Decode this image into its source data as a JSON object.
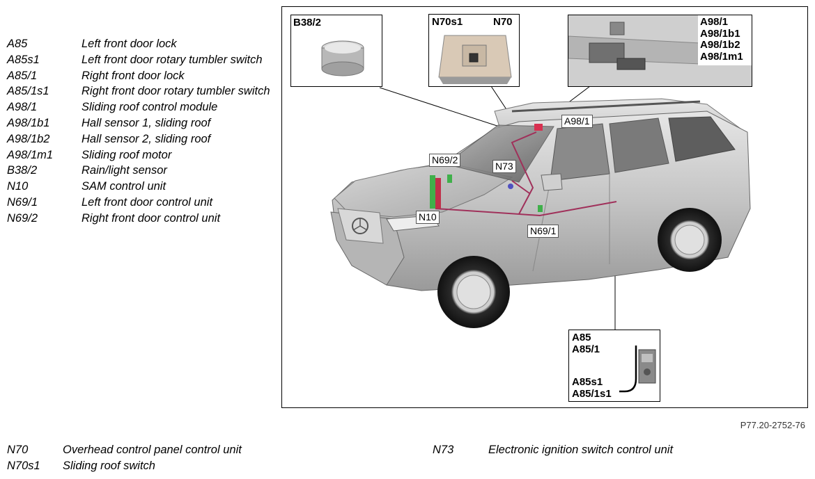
{
  "legend_top": [
    {
      "code": "A85",
      "desc": "Left front door lock"
    },
    {
      "code": "A85s1",
      "desc": "Left front door rotary tumbler switch"
    },
    {
      "code": "A85/1",
      "desc": "Right front door lock"
    },
    {
      "code": "A85/1s1",
      "desc": "Right front door rotary tumbler switch"
    },
    {
      "code": "A98/1",
      "desc": "Sliding roof control module"
    },
    {
      "code": "A98/1b1",
      "desc": "Hall sensor 1, sliding roof"
    },
    {
      "code": "A98/1b2",
      "desc": "Hall sensor 2, sliding roof"
    },
    {
      "code": "A98/1m1",
      "desc": "Sliding roof motor"
    },
    {
      "code": "B38/2",
      "desc": "Rain/light sensor"
    },
    {
      "code": "N10",
      "desc": "SAM control unit"
    },
    {
      "code": "N69/1",
      "desc": "Left front door control unit"
    },
    {
      "code": "N69/2",
      "desc": "Right front door control unit"
    }
  ],
  "legend_bottom": [
    {
      "code": "N70",
      "desc": "Overhead control panel control unit"
    },
    {
      "code": "N70s1",
      "desc": "Sliding roof switch"
    }
  ],
  "legend_bottom_right": [
    {
      "code": "N73",
      "desc": "Electronic ignition switch control unit"
    }
  ],
  "callouts": {
    "b38": "B38/2",
    "n70s1": "N70s1",
    "n70": "N70",
    "a98": [
      "A98/1",
      "A98/1b1",
      "A98/1b2",
      "A98/1m1"
    ],
    "a85_top": [
      "A85",
      "A85/1"
    ],
    "a85_bottom": [
      "A85s1",
      "A85/1s1"
    ]
  },
  "tags": {
    "a98_1": "A98/1",
    "n69_2": "N69/2",
    "n73": "N73",
    "n10": "N10",
    "n69_1": "N69/1"
  },
  "figure_id": "P77.20-2752-76"
}
